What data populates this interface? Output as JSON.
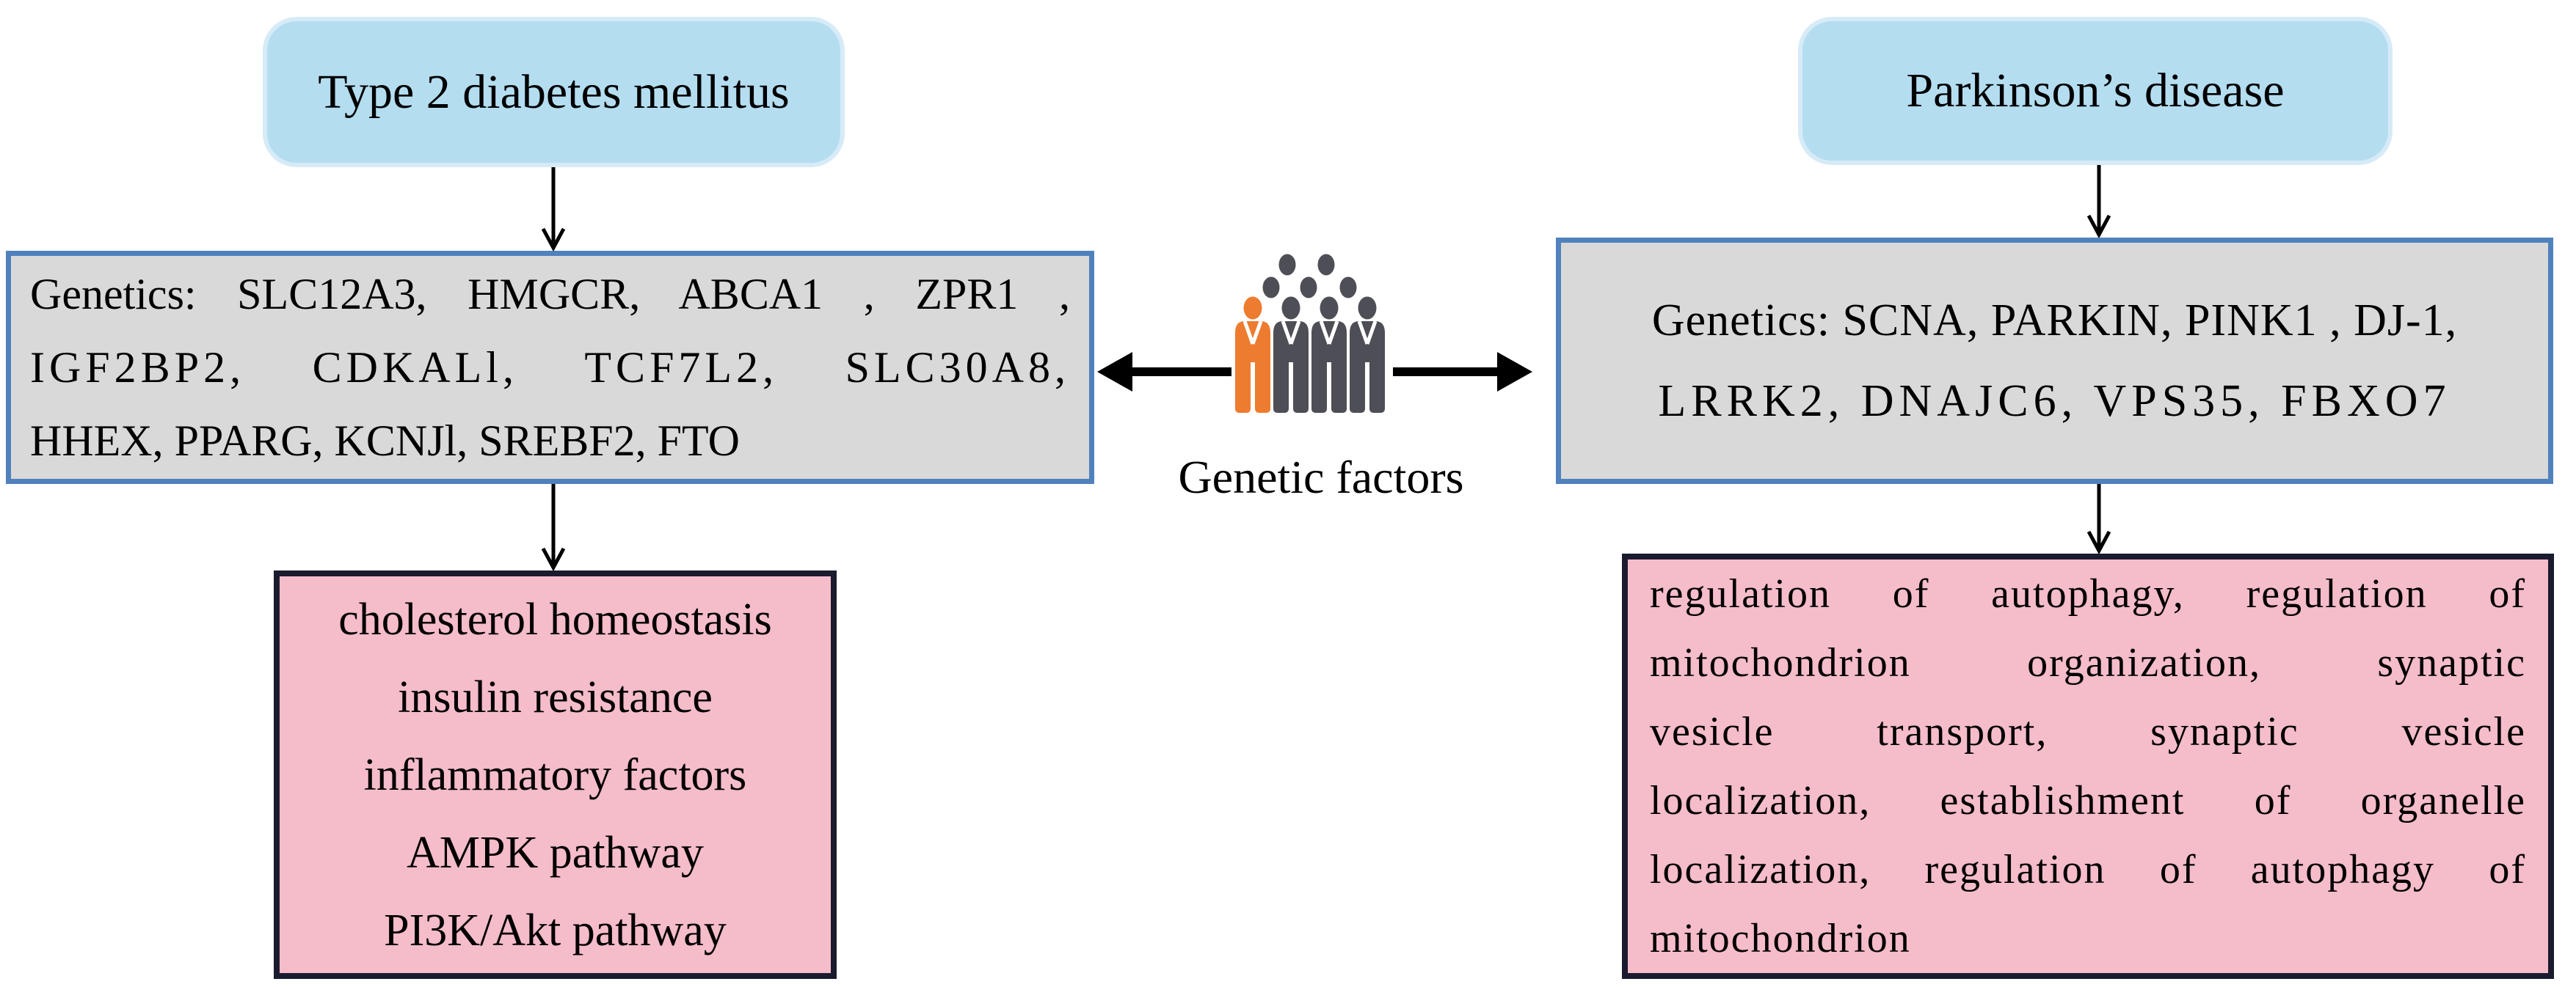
{
  "colors": {
    "disease_box_fill": "#b4ddf0",
    "genetics_box_fill": "#d9d9d9",
    "genetics_box_border": "#4f81bd",
    "effects_box_fill": "#f5bcca",
    "effects_box_border": "#1b1b2f",
    "arrow": "#000000",
    "people_gray": "#4e4e57",
    "people_highlight_orange": "#ed7c30"
  },
  "left_branch": {
    "disease": "Type 2 diabetes mellitus",
    "genetics_lines": [
      "Genetics: SLC12A3, HMGCR, ABCA1 , ZPR1 ,",
      "IGF2BP2, CDKALl, TCF7L2, SLC30A8,",
      "HHEX, PPARG, KCNJl, SREBF2, FTO"
    ],
    "effects_lines": [
      "cholesterol homeostasis",
      "insulin resistance",
      "inflammatory factors",
      "AMPK pathway",
      "PI3K/Akt pathway"
    ]
  },
  "right_branch": {
    "disease": "Parkinson’s disease",
    "genetics_lines": [
      "Genetics: SCNA, PARKIN, PINK1 , DJ-1,",
      "LRRK2, DNAJC6, VPS35, FBXO7"
    ],
    "effects_lines": [
      "regulation of autophagy, regulation of",
      "mitochondrion organization, synaptic",
      "vesicle transport, synaptic vesicle",
      "localization, establishment of organelle",
      "localization, regulation of autophagy of",
      "mitochondrion"
    ]
  },
  "center": {
    "label": "Genetic factors",
    "icon": "people-group-icon"
  }
}
